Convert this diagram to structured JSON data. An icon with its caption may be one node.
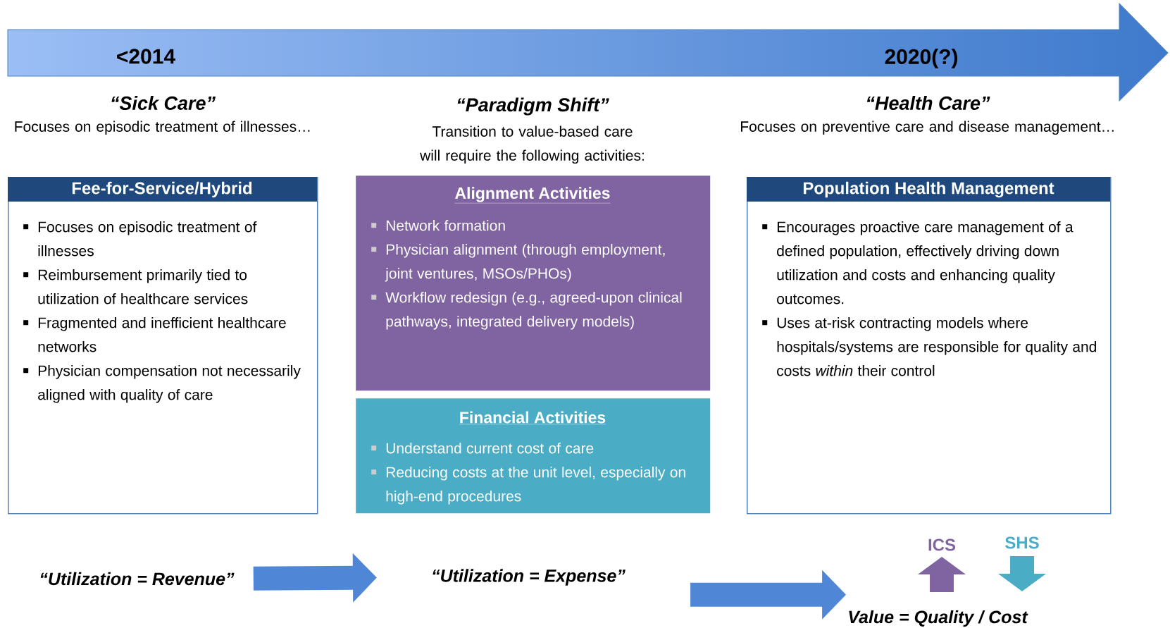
{
  "diagram": {
    "nodes": [
      {
        "text": [
          "<2014",
          "2020(?)"
        ]
      },
      {
        "text": [
          "“Sick Care”",
          "Focuses on episodic treatment of illnesses…",
          "Fee-for-Service/Hybrid",
          "Focuses on episodic treatment of illnesses",
          "Reimbursement primarily tied to utilization of healthcare services",
          "Fragmented and inefficient healthcare networks",
          "Physician compensation not necessarily aligned with quality of care"
        ]
      },
      {
        "text": [
          "“Paradigm Shift”",
          "Transition to value-based care will require the following activities:",
          "Alignment Activities",
          "Network formation",
          "Physician alignment (through employment, joint ventures, MSOs/PHOs)",
          "Workflow redesign (e.g., agreed-upon clinical pathways, integrated delivery models)"
        ]
      },
      {
        "text": [
          "Financial Activities",
          "Understand current cost of care",
          "Reducing costs at the unit level, especially on high-end procedures"
        ]
      },
      {
        "text": [
          "“Health Care”",
          "Focuses on preventive care and disease management…",
          "Population Health Management",
          "Encourages proactive care management of a defined population, effectively driving down utilization and costs and enhancing quality outcomes.",
          "Uses at-risk contracting models where hospitals/systems are responsible for quality and costs *within* their control"
        ]
      },
      {
        "text": [
          "“Utilization = Revenue”"
        ]
      },
      {
        "text": [
          "“Utilization = Expense”"
        ]
      },
      {
        "text": [
          "Value = Quality / Cost"
        ]
      }
    ],
    "edges": [
      {
        "from": 5,
        "to": 6,
        "arrow": "to"
      },
      {
        "from": 6,
        "to": 7,
        "arrow": "to"
      }
    ],
    "labels": [
      "ICS",
      "SHS"
    ]
  }
}
